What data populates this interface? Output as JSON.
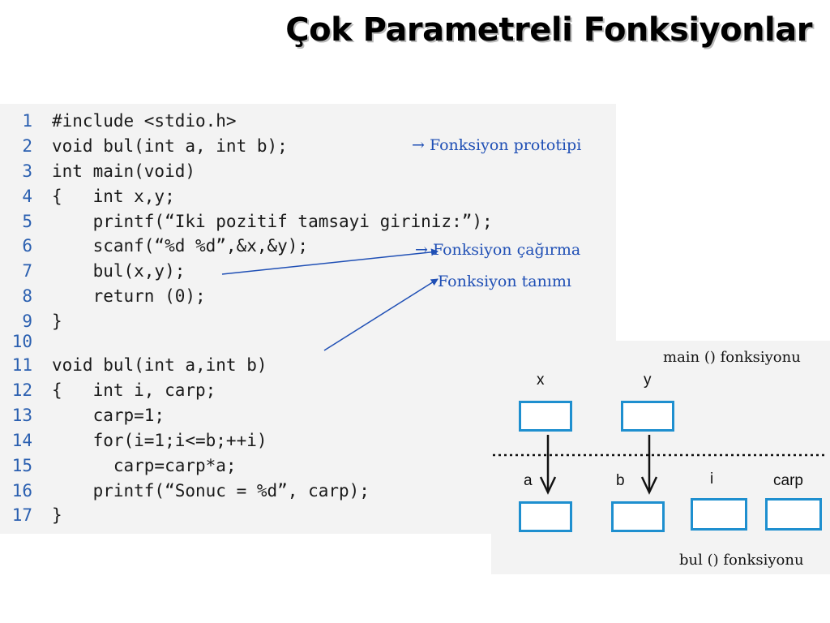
{
  "slide": {
    "title": "Çok Parametreli Fonksiyonlar"
  },
  "code": {
    "lines": [
      {
        "n": "1",
        "text": "#include <stdio.h>"
      },
      {
        "n": "2",
        "text": "void bul(int a, int b);"
      },
      {
        "n": "3",
        "text": "int main(void)"
      },
      {
        "n": "4",
        "text": "{   int x,y;"
      },
      {
        "n": "5",
        "text": "    printf(“Iki pozitif tamsayi giriniz:”);"
      },
      {
        "n": "6",
        "text": "    scanf(“%d %d”,&x,&y);"
      },
      {
        "n": "7",
        "text": "    bul(x,y);"
      },
      {
        "n": "8",
        "text": "    return (0);"
      },
      {
        "n": "9",
        "text": "}"
      },
      {
        "n": "10",
        "text": ""
      },
      {
        "n": "11",
        "text": "void bul(int a,int b)"
      },
      {
        "n": "12",
        "text": "{   int i, carp;"
      },
      {
        "n": "13",
        "text": "    carp=1;"
      },
      {
        "n": "14",
        "text": "    for(i=1;i<=b;++i)"
      },
      {
        "n": "15",
        "text": "      carp=carp*a;"
      },
      {
        "n": "16",
        "text": "    printf(“Sonuc = %d”, carp);"
      },
      {
        "n": "17",
        "text": "}"
      }
    ]
  },
  "annotations": {
    "prototype": "→ Fonksiyon prototipi",
    "call": "→ Fonksiyon çağırma",
    "definition": "Fonksiyon tanımı"
  },
  "diagram": {
    "main_label": "main () fonksiyonu",
    "bul_label": "bul () fonksiyonu",
    "main_vars": [
      "x",
      "y"
    ],
    "bul_vars": [
      "a",
      "b",
      "i",
      "carp"
    ],
    "line_color": "#1e8fcf",
    "annotation_color": "#1f4fb5"
  }
}
